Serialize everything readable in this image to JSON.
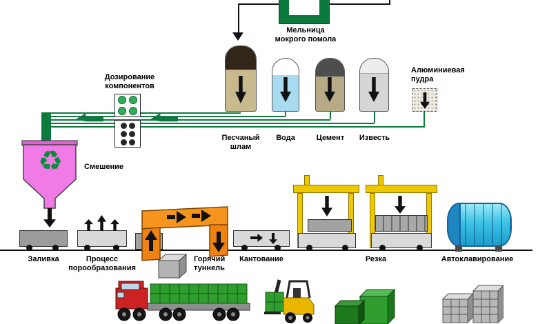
{
  "mill": {
    "label": "Мельница\nмокрого помола"
  },
  "dosing": {
    "label": "Дозирование\nкомпонентов"
  },
  "aluminum": {
    "label": "Алюминиевая\nпудра"
  },
  "silos": [
    {
      "name": "sand-slurry",
      "label": "Песчаный\nшлам"
    },
    {
      "name": "water",
      "label": "Вода"
    },
    {
      "name": "cement",
      "label": "Цемент"
    },
    {
      "name": "lime",
      "label": "Известь"
    }
  ],
  "mixing": {
    "label": "Смешение",
    "recycle_icon": "♻"
  },
  "stages": [
    {
      "name": "pouring",
      "label": "Заливка"
    },
    {
      "name": "pore-formation",
      "label": "Процесс\nпорообразования"
    },
    {
      "name": "hot-tunnel",
      "label": "Горячий\nтуннель"
    },
    {
      "name": "tilting",
      "label": "Кантование"
    },
    {
      "name": "cutting",
      "label": "Резка"
    },
    {
      "name": "autoclaving",
      "label": "Автоклавирование"
    }
  ],
  "colors": {
    "pipe_green": "#0c7a3c",
    "mixer_pink": "#f07ae6",
    "tunnel_orange": "#f6951e",
    "gantry_yellow": "#eec900",
    "autoclave_cyan": "#3cc4e6",
    "truck_red": "#cc2222",
    "block_green": "#2f9e2f"
  }
}
